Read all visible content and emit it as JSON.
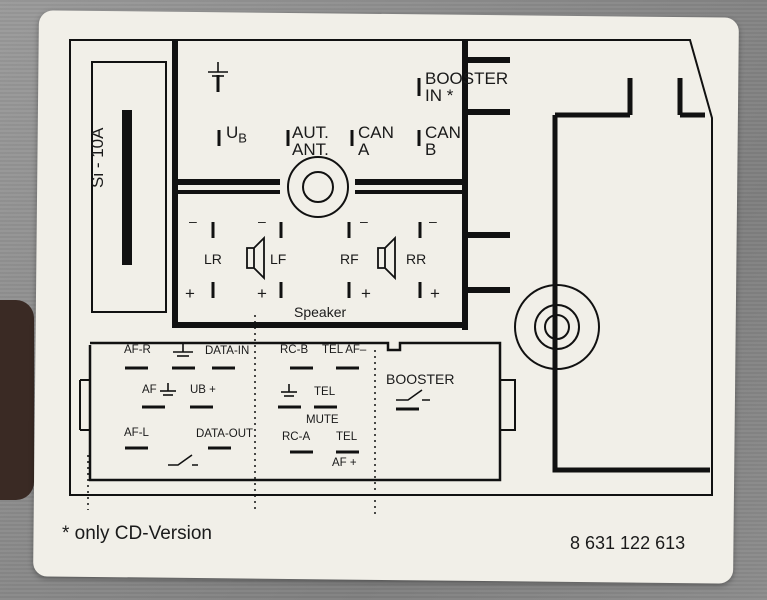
{
  "fuse": {
    "label": "Si - 10A"
  },
  "top_connector": {
    "ground_icon": "ground-icon",
    "ub": "U",
    "ub_sub": "B",
    "aut_ant": "AUT.\nANT.",
    "can_a": "CAN\nA",
    "can_b": "CAN\nB",
    "booster_in": "BOOSTER\nIN *"
  },
  "speaker": {
    "title": "Speaker",
    "lr": "LR",
    "lf": "LF",
    "rf": "RF",
    "rr": "RR",
    "minus": "–",
    "plus": "+",
    "speaker_icon": "speaker-icon"
  },
  "bottom_connector": {
    "af_r": "AF-R",
    "data_in": "DATA-IN",
    "af": "AF",
    "ub_plus": "UB +",
    "af_l": "AF-L",
    "data_out": "DATA-OUT",
    "rc_b": "RC-B",
    "tel_af_minus": "TEL AF–",
    "tel": "TEL",
    "mute": "MUTE",
    "rc_a": "RC-A",
    "tel_af_plus_top": "TEL",
    "tel_af_plus_bottom": "AF +",
    "booster": "BOOSTER",
    "switch_icon": "switch-icon"
  },
  "footer": {
    "note": "* only CD-Version",
    "part_number": "8 631 122 613"
  }
}
